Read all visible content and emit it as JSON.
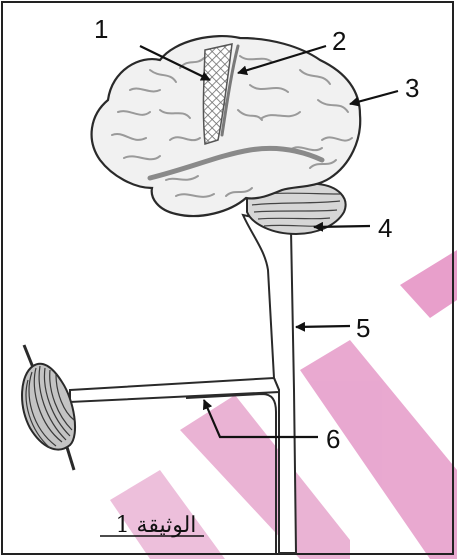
{
  "figure": {
    "caption": "الوثيقة 1",
    "labels": {
      "one": "1",
      "two": "2",
      "three": "3",
      "four": "4",
      "five": "5",
      "six": "6"
    }
  },
  "colors": {
    "frame": "#222222",
    "outline": "#2a2a2a",
    "brain_fill": "#f1f1f1",
    "sulcus": "#9a9a9a",
    "hatch": "#6f6f6f",
    "muscle_fill": "#b8b8b8",
    "watermark": "#e48fc3"
  }
}
